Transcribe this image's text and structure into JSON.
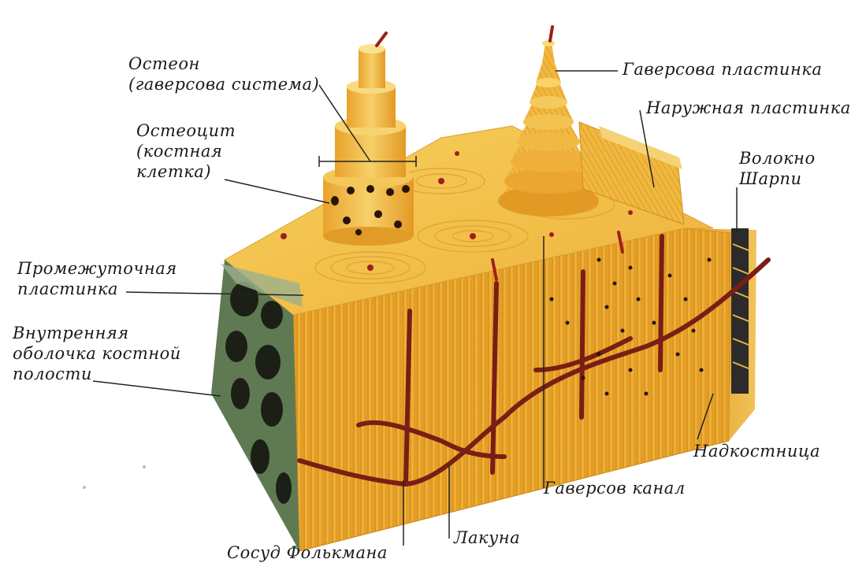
{
  "labels": {
    "osteon": "Остеон\n(гаверсова система)",
    "osteocyte": "Остеоцит\n(костная\nклетка)",
    "interstitial": "Промежуточная\nпластинка",
    "inner_membrane": "Внутренняя\nоболочка костной\nполости",
    "haversian_lamella": "Гаверсова пластинка",
    "outer_lamella": "Наружная пластинка",
    "sharpey_fiber": "Волокно\nШарпи",
    "periosteum": "Надкостница",
    "haversian_canal": "Гаверсов канал",
    "lacuna": "Лакуна",
    "volkmann_vessel": "Сосуд Фолькмана"
  },
  "colors": {
    "bone_top": "#f3c24a",
    "bone_front": "#e8a52a",
    "bone_dark": "#c98318",
    "vessel": "#7a1d16",
    "osteocyte": "#2a140a",
    "spongy_green": "#5f7a52",
    "spongy_dark": "#1c1f16",
    "periosteum": "#2b2b2b",
    "leader": "#222222"
  }
}
